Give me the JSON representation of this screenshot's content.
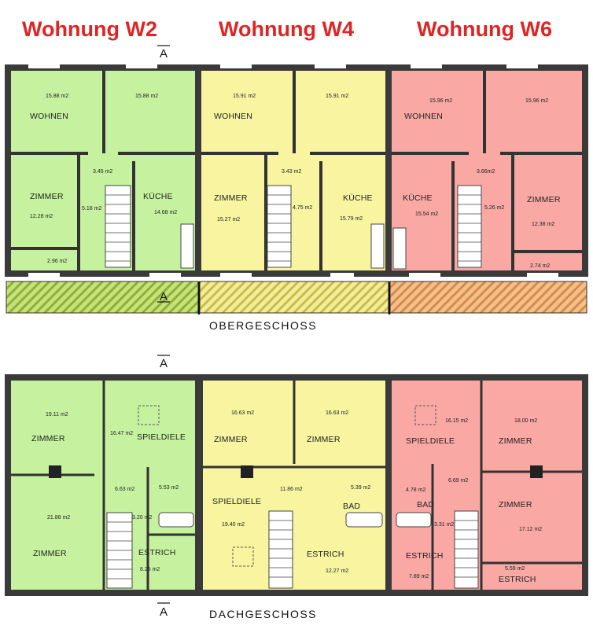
{
  "apartments": [
    {
      "title": "Wohnung W2",
      "color": "#c6f2a0"
    },
    {
      "title": "Wohnung W4",
      "color": "#f8f4a0"
    },
    {
      "title": "Wohnung W6",
      "color": "#f9a8a4"
    }
  ],
  "balcony_colors": [
    "#a9c94a",
    "#d9d15a",
    "#e8965a"
  ],
  "section_marker": "A",
  "floors": {
    "upper": {
      "label": "OBERGESCHOSS",
      "w2": {
        "wohnen_area_left": "15.88 m2",
        "wohnen_area_right": "15.88 m2",
        "wohnen": "WOHNEN",
        "hall_area": "3.45 m2",
        "stair_area": "5.18 m2",
        "zimmer": "ZIMMER",
        "zimmer_area": "12.28 m2",
        "kueche": "KÜCHE",
        "kueche_area": "14.68 m2",
        "wc_area": "2.96 m2"
      },
      "w4": {
        "wohnen_area_left": "15.91 m2",
        "wohnen_area_right": "15.91 m2",
        "wohnen": "WOHNEN",
        "hall_area": "3.43 m2",
        "stair_area": "4.75 m2",
        "zimmer": "ZIMMER",
        "zimmer_area": "15.27 m2",
        "kueche": "KÜCHE",
        "kueche_area": "15.79 m2"
      },
      "w6": {
        "wohnen_area_left": "15.96 m2",
        "wohnen_area_right": "15.96 m2",
        "wohnen": "WOHNEN",
        "hall_area": "3.66m2",
        "stair_area": "5.26 m2",
        "kueche": "KÜCHE",
        "kueche_area": "15.54 m2",
        "zimmer": "ZIMMER",
        "zimmer_area": "12.38 m2",
        "wc_area": "2.74 m2"
      }
    },
    "attic": {
      "label": "DACHGESCHOSS",
      "w2": {
        "zimmer1_area": "19.11 m2",
        "zimmer1": "ZIMMER",
        "zimmer2_area": "21.88 m2",
        "zimmer2": "ZIMMER",
        "spieldiele": "SPIELDIELE",
        "spieldiele_area": "16.47 m2",
        "hall_area": "6.63 m2",
        "bad_area": "5.53 m2",
        "small_area": "3.20 m2",
        "estrich": "ESTRICH",
        "estrich_area": "8.25 m2"
      },
      "w4": {
        "zimmer1_area": "16.63 m2",
        "zimmer1": "ZIMMER",
        "zimmer2_area": "16.63 m2",
        "zimmer2": "ZIMMER",
        "spieldiele": "SPIELDIELE",
        "spieldiele_area": "19.40 m2",
        "hall_area": "11.86 m2",
        "bad": "BAD",
        "bad_area": "5.39 m2",
        "estrich": "ESTRICH",
        "estrich_area": "12.27 m2"
      },
      "w6": {
        "spieldiele": "SPIELDIELE",
        "spieldiele_area": "16.15 m2",
        "zimmer1_area": "18.00 m2",
        "zimmer1": "ZIMMER",
        "hall_area": "6.69 m2",
        "small_area": "4.78 m2",
        "bad": "BAD",
        "bad_area": "3.31 m2",
        "estrich": "ESTRICH",
        "estrich_area": "7.89 m2",
        "zimmer2": "ZIMMER",
        "zimmer2_area": "17.12 m2",
        "estrich2": "ESTRICH",
        "estrich2_area": "5.59 m2"
      }
    }
  }
}
